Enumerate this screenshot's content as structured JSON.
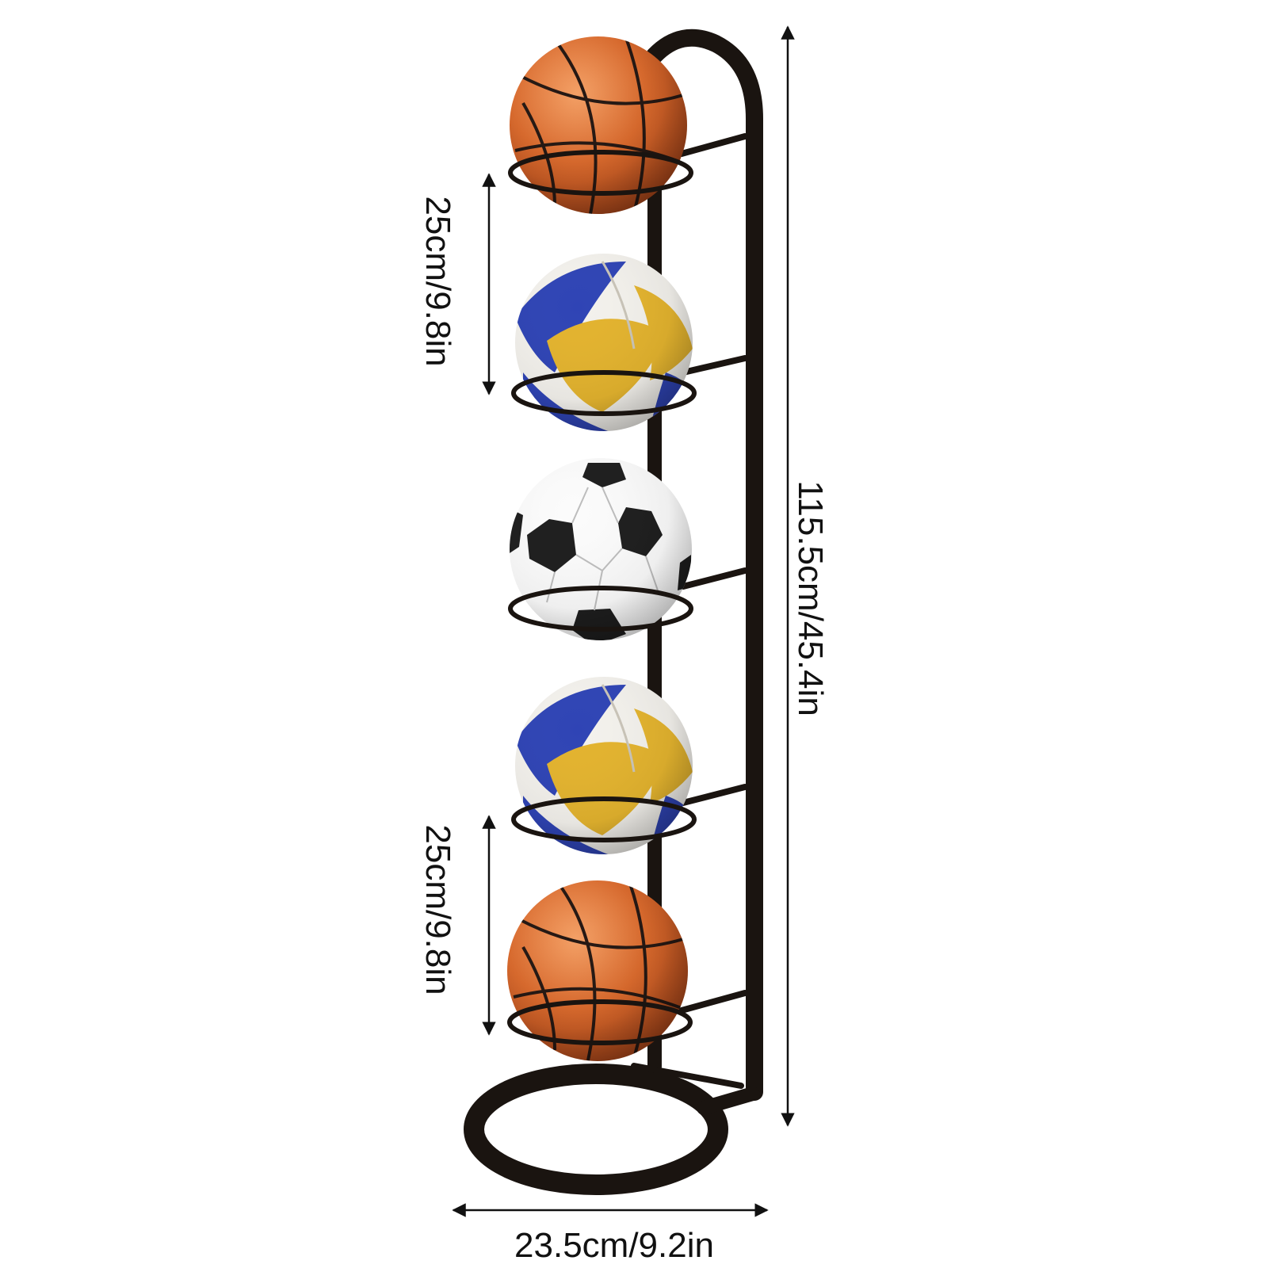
{
  "product": {
    "name": "ball-storage-rack",
    "frame_color": "#1a1410",
    "balls": [
      {
        "type": "basketball",
        "color": "#d9692f"
      },
      {
        "type": "volleyball",
        "colors": [
          "#f3f1ec",
          "#e3b32e",
          "#2f44b5"
        ]
      },
      {
        "type": "soccer-ball",
        "colors": [
          "#ffffff",
          "#1e1e1e"
        ]
      },
      {
        "type": "volleyball",
        "colors": [
          "#f3f1ec",
          "#e3b32e",
          "#2f44b5"
        ]
      },
      {
        "type": "basketball",
        "color": "#d9692f"
      }
    ]
  },
  "dimensions": {
    "width": "23.5cm/9.2in",
    "total_height": "115.5cm/45.4in",
    "top_spacing": "25cm/9.8in",
    "bottom_spacing": "25cm/9.8in"
  }
}
